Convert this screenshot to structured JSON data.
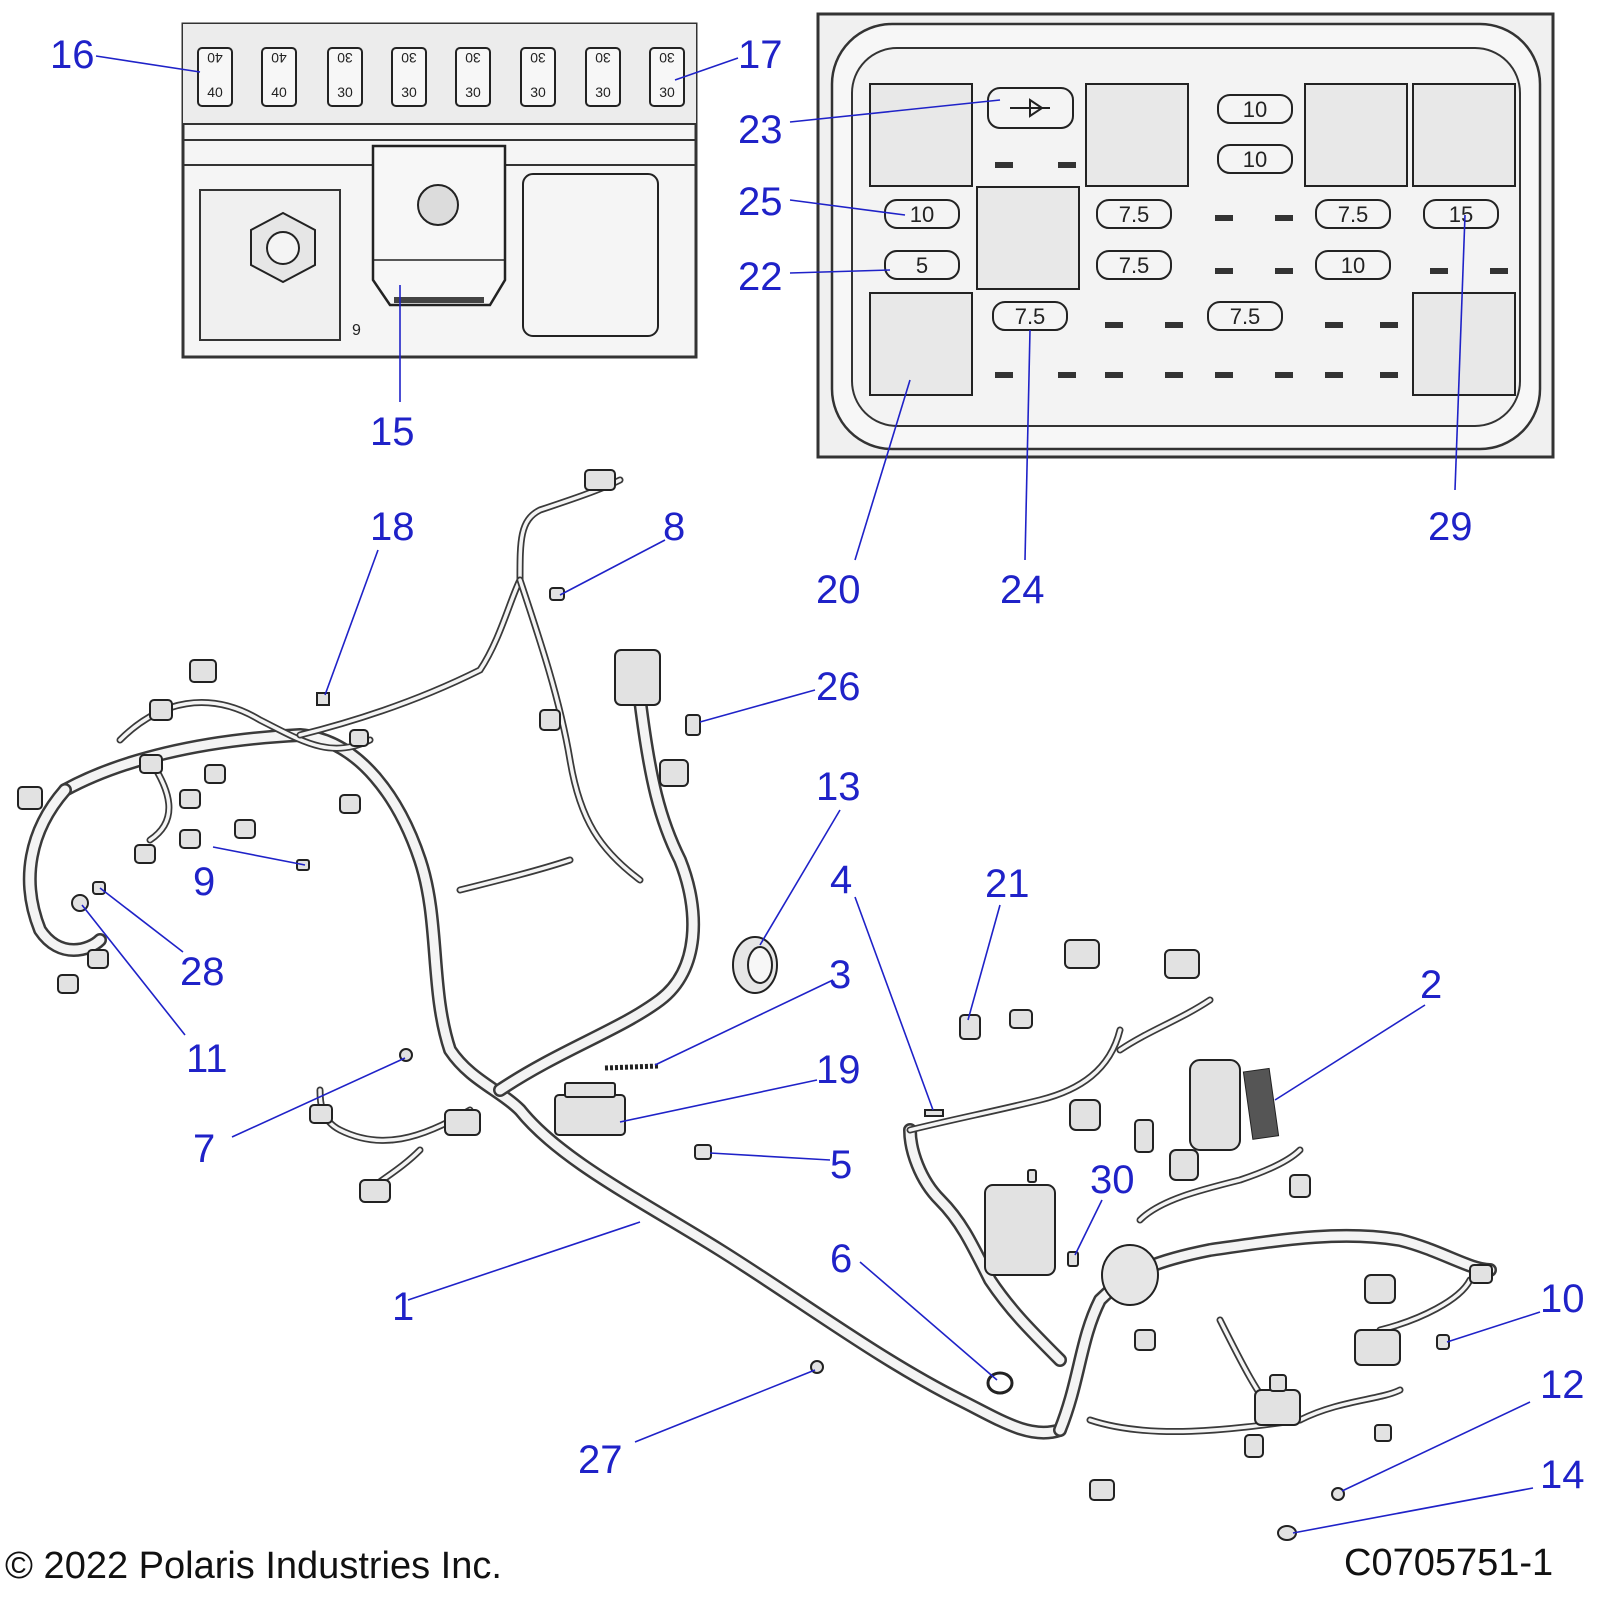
{
  "copyright": "© 2022 Polaris Industries Inc.",
  "drawing_number": "C0705751-1",
  "colors": {
    "callout": "#1f22c8",
    "line_art": "#222222"
  },
  "inset_left": {
    "maxi_fuses": [
      {
        "top": "40",
        "bottom": "40"
      },
      {
        "top": "40",
        "bottom": "40"
      },
      {
        "top": "30",
        "bottom": "30"
      },
      {
        "top": "30",
        "bottom": "30"
      },
      {
        "top": "30",
        "bottom": "30"
      },
      {
        "top": "30",
        "bottom": "30"
      },
      {
        "top": "30",
        "bottom": "30"
      },
      {
        "top": "30",
        "bottom": "30"
      }
    ],
    "cover_digit": "9"
  },
  "inset_right": {
    "fuses": [
      "10",
      "10",
      "10",
      "5",
      "7.5",
      "7.5",
      "7.5",
      "7.5",
      "10",
      "7.5",
      "15"
    ]
  },
  "callouts": [
    {
      "id": "c1",
      "label": "1"
    },
    {
      "id": "c2",
      "label": "2"
    },
    {
      "id": "c3",
      "label": "3"
    },
    {
      "id": "c4",
      "label": "4"
    },
    {
      "id": "c5",
      "label": "5"
    },
    {
      "id": "c6",
      "label": "6"
    },
    {
      "id": "c7",
      "label": "7"
    },
    {
      "id": "c8",
      "label": "8"
    },
    {
      "id": "c9",
      "label": "9"
    },
    {
      "id": "c10",
      "label": "10"
    },
    {
      "id": "c11",
      "label": "11"
    },
    {
      "id": "c12",
      "label": "12"
    },
    {
      "id": "c13",
      "label": "13"
    },
    {
      "id": "c14",
      "label": "14"
    },
    {
      "id": "c15",
      "label": "15"
    },
    {
      "id": "c16",
      "label": "16"
    },
    {
      "id": "c17",
      "label": "17"
    },
    {
      "id": "c18",
      "label": "18"
    },
    {
      "id": "c19",
      "label": "19"
    },
    {
      "id": "c20",
      "label": "20"
    },
    {
      "id": "c21",
      "label": "21"
    },
    {
      "id": "c22",
      "label": "22"
    },
    {
      "id": "c23",
      "label": "23"
    },
    {
      "id": "c24",
      "label": "24"
    },
    {
      "id": "c25",
      "label": "25"
    },
    {
      "id": "c26",
      "label": "26"
    },
    {
      "id": "c27",
      "label": "27"
    },
    {
      "id": "c28",
      "label": "28"
    },
    {
      "id": "c29",
      "label": "29"
    },
    {
      "id": "c30",
      "label": "30"
    }
  ]
}
